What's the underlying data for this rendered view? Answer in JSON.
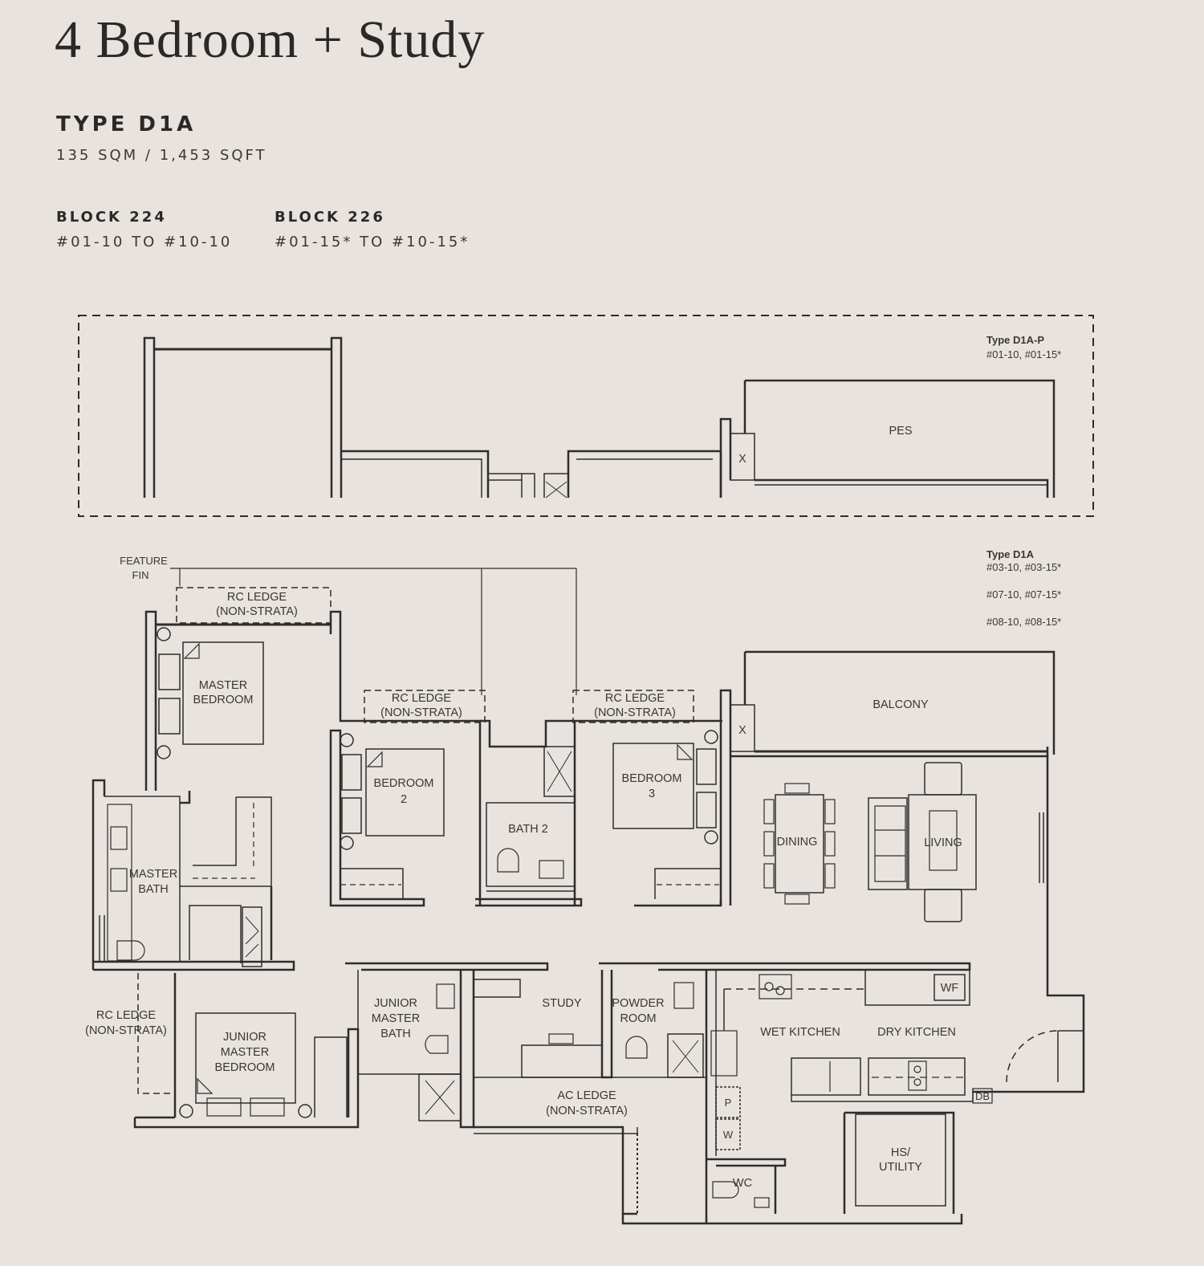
{
  "heading": {
    "title": "4 Bedroom + Study"
  },
  "unit": {
    "type": "TYPE D1A",
    "area": "135 SQM / 1,453 SQFT"
  },
  "blocks": [
    {
      "name": "BLOCK 224",
      "units": "#01-10 TO #10-10"
    },
    {
      "name": "BLOCK 226",
      "units": "#01-15* TO #10-15*"
    }
  ],
  "variant_penthouse": {
    "type": "Type D1A-P",
    "units": "#01-10, #01-15*",
    "pes_label": "PES"
  },
  "variant_main": {
    "type": "Type D1A",
    "units": [
      "#03-10, #03-15*",
      "#07-10, #07-15*",
      "#08-10, #08-15*"
    ]
  },
  "rooms": {
    "feature_fin": [
      "FEATURE",
      "FIN"
    ],
    "rc_ledge": [
      "RC LEDGE",
      "(NON-STRATA)"
    ],
    "master_bedroom": [
      "MASTER",
      "BEDROOM"
    ],
    "bedroom_2": [
      "BEDROOM",
      "2"
    ],
    "bedroom_3": [
      "BEDROOM",
      "3"
    ],
    "bath_2": "BATH 2",
    "balcony": "BALCONY",
    "dining": "DINING",
    "living": "LIVING",
    "master_bath": [
      "MASTER",
      "BATH"
    ],
    "junior_master_bedroom": [
      "JUNIOR",
      "MASTER",
      "BEDROOM"
    ],
    "junior_master_bath": [
      "JUNIOR",
      "MASTER",
      "BATH"
    ],
    "study": "STUDY",
    "powder_room": [
      "POWDER",
      "ROOM"
    ],
    "wet_kitchen": "WET KITCHEN",
    "dry_kitchen": "DRY KITCHEN",
    "wf": "WF",
    "db": "DB",
    "ac_ledge": [
      "AC LEDGE",
      "(NON-STRATA)"
    ],
    "hs_utility": [
      "HS/",
      "UTILITY"
    ],
    "wc": "WC",
    "p": "P",
    "w": "W"
  }
}
